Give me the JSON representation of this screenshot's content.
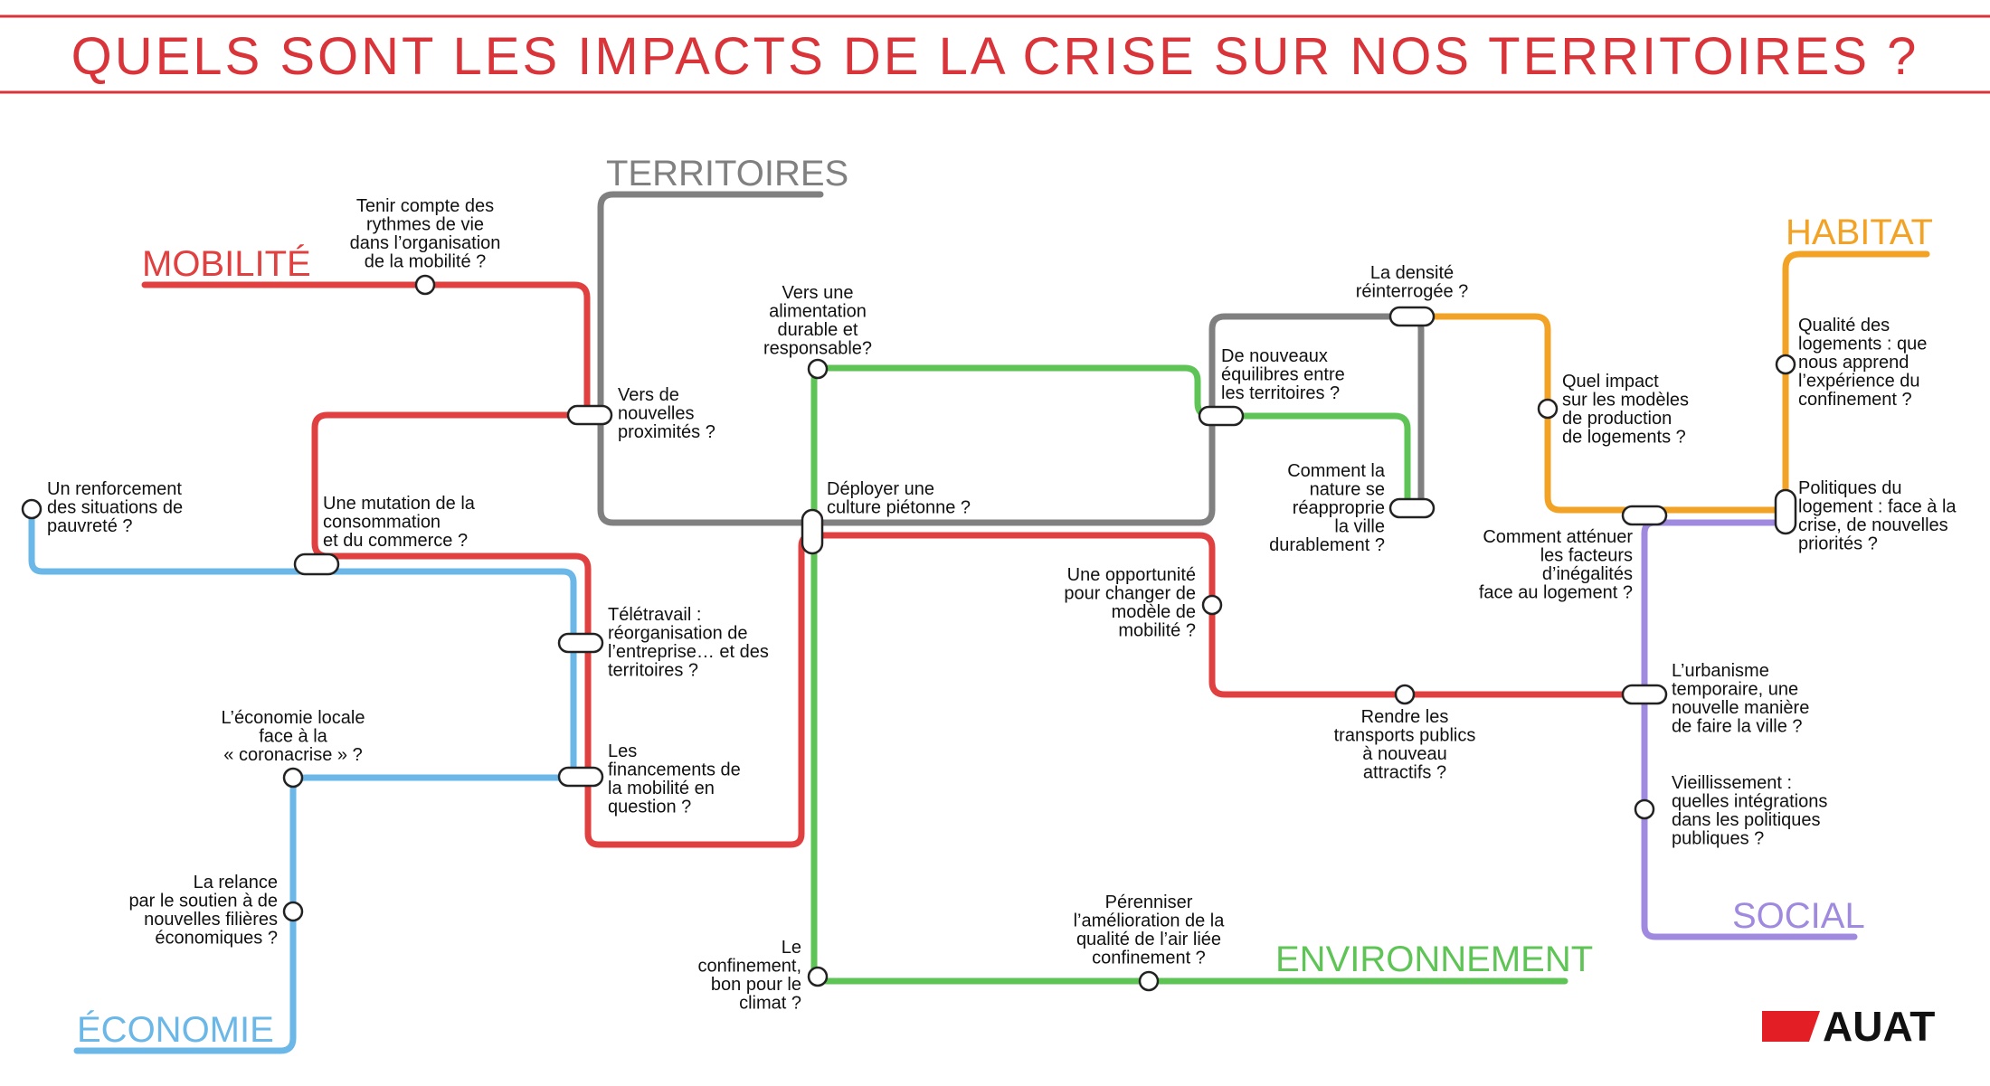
{
  "title": "QUELS SONT LES IMPACTS DE LA CRISE SUR NOS TERRITOIRES ?",
  "brand": "AUAT",
  "colors": {
    "title": "#d9343a",
    "mobilite": "#e0403f",
    "territoires": "#808080",
    "habitat": "#f2a224",
    "economie": "#6ab7e8",
    "environnement": "#5ec455",
    "social": "#a08ae0",
    "logo": "#e31e24"
  },
  "lines": {
    "mobilite": "MOBILITÉ",
    "territoires": "TERRITOIRES",
    "habitat": "HABITAT",
    "economie": "ÉCONOMIE",
    "environnement": "ENVIRONNEMENT",
    "social": "SOCIAL"
  },
  "stops": {
    "rythmes": [
      "Tenir compte des",
      "rythmes de vie",
      "dans l’organisation",
      "de la mobilité ?"
    ],
    "proximites": [
      "Vers de",
      "nouvelles",
      "proximités ?"
    ],
    "pauvrete": [
      "Un renforcement",
      "des situations de",
      "pauvreté ?"
    ],
    "consommation": [
      "Une mutation de la",
      "consommation",
      "et du commerce ?"
    ],
    "teletravail": [
      "Télétravail :",
      "réorganisation de",
      "l’entreprise… et des",
      "territoires ?"
    ],
    "economie_locale": [
      "L’économie locale",
      "face à la",
      "« coronacrise » ?"
    ],
    "financements": [
      "Les",
      "financements de",
      "la mobilité en",
      "question ?"
    ],
    "relance": [
      "La relance",
      "par le soutien à de",
      "nouvelles filières",
      "économiques ?"
    ],
    "alimentation": [
      "Vers une",
      "alimentation",
      "durable et",
      "responsable?"
    ],
    "pietonne": [
      "Déployer une",
      "culture piétonne ?"
    ],
    "confinement_climat": [
      "Le",
      "confinement,",
      "bon pour le",
      "climat ?"
    ],
    "equilibres": [
      "De nouveaux",
      "équilibres entre",
      "les territoires ?"
    ],
    "densite": [
      "La densité",
      "réinterrogée ?"
    ],
    "nature": [
      "Comment la",
      "nature se",
      "réapproprie",
      "la ville",
      "durablement ?"
    ],
    "opportunite": [
      "Une opportunité",
      "pour changer de",
      "modèle de",
      "mobilité ?"
    ],
    "transports": [
      "Rendre les",
      "transports publics",
      "à nouveau",
      "attractifs ?"
    ],
    "air": [
      "Pérenniser",
      "l’amélioration de la",
      "qualité de l’air liée",
      "confinement ?"
    ],
    "modeles_logements": [
      "Quel impact",
      "sur les modèles",
      "de production",
      "de logements ?"
    ],
    "inegalites": [
      "Comment atténuer",
      "les facteurs",
      "d’inégalités",
      "face au logement ?"
    ],
    "qualite_logements": [
      "Qualité des",
      "logements : que",
      "nous apprend",
      "l’expérience du",
      "confinement ?"
    ],
    "politiques_logement": [
      "Politiques du",
      "logement : face à la",
      "crise, de nouvelles",
      "priorités ?"
    ],
    "urbanisme": [
      "L’urbanisme",
      "temporaire, une",
      "nouvelle manière",
      "de faire la ville ?"
    ],
    "vieillissement": [
      "Vieillissement :",
      "quelles intégrations",
      "dans les politiques",
      "publiques ?"
    ]
  }
}
